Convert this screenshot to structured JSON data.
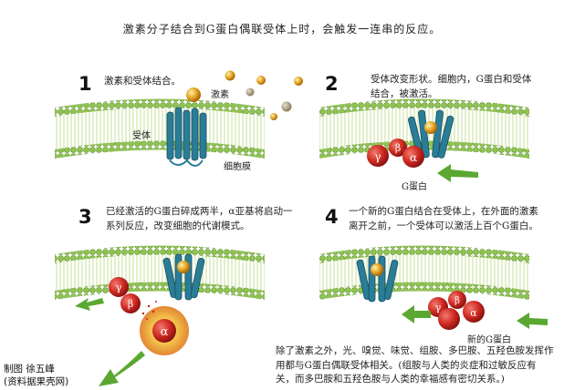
{
  "title": "激素分子结合到G蛋白偶联受体上时，会触发一连串的反应。",
  "panels": [
    {
      "number": "1",
      "caption": "激素和受体结合。"
    },
    {
      "number": "2",
      "caption": "受体改变形状。细胞内，G蛋白和受体结合，被激活。"
    },
    {
      "number": "3",
      "caption": "已经激活的G蛋白碎成两半，α亚基将启动一系列反应，改变细胞的代谢模式。"
    },
    {
      "number": "4",
      "caption": "一个新的G蛋白结合在受体上，在外面的激素离开之前，一个受体可以激活上百个G蛋白。"
    }
  ],
  "labels": {
    "hormone": "激素",
    "receptor": "受体",
    "membrane": "细胞膜",
    "g_protein": "G蛋白",
    "new_g_protein": "新的G蛋白"
  },
  "subunits": {
    "gamma": "γ",
    "beta": "β",
    "alpha": "α"
  },
  "footnote": "除了激素之外，光、嗅觉、味觉、组胺、多巴胺、五羟色胺发挥作用都与G蛋白偶联受体相关。(组胺与人类的炎症和过敏反应有关，而多巴胺和五羟色胺与人类的幸福感有密切关系。)",
  "credit": {
    "line1": "制图 徐五峰",
    "line2": "(资料据果壳网)"
  },
  "colors": {
    "membrane_head": "#8fc44f",
    "receptor": "#2a7d97",
    "g_protein": "#c9251f",
    "arrow": "#5aa832",
    "hormone": "#e3a11e"
  }
}
